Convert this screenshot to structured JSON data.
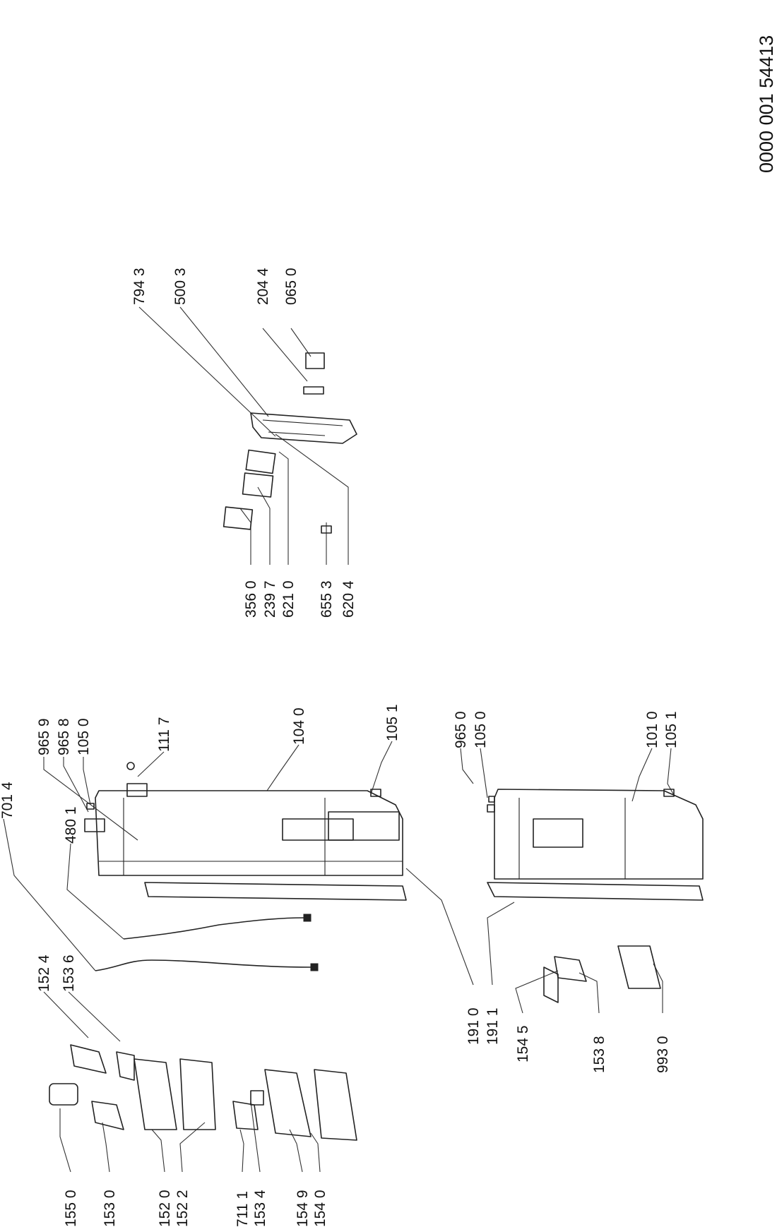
{
  "document_number": "0000 001 54413",
  "labels": {
    "l7943": "794 3",
    "l5003": "500 3",
    "l2044": "204 4",
    "l0650": "065 0",
    "l3560": "356 0",
    "l2397": "239 7",
    "l6210": "621 0",
    "l6553": "655 3",
    "l6204": "620 4",
    "l9659": "965 9",
    "l9658": "965 8",
    "l1050a": "105 0",
    "l1117": "111 7",
    "l1040": "104 0",
    "l1051a": "105 1",
    "l7014": "701 4",
    "l4801": "480 1",
    "l9650": "965 0",
    "l1050b": "105 0",
    "l1010": "101 0",
    "l1051b": "105 1",
    "l1524": "152 4",
    "l1536": "153 6",
    "l1550": "155 0",
    "l1530": "153 0",
    "l1520": "152 0",
    "l1522": "152 2",
    "l7111": "711 1",
    "l1534": "153 4",
    "l1549": "154 9",
    "l1540": "154 0",
    "l1910": "191 0",
    "l1911": "191 1",
    "l1545": "154 5",
    "l1538": "153 8",
    "l9930": "993 0"
  }
}
